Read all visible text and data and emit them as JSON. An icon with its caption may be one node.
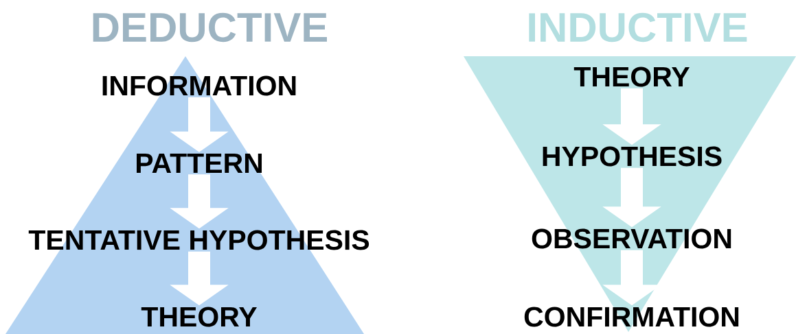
{
  "diagram": {
    "nodes": [
      {
        "text": [
          "DEDUCTIVE"
        ]
      },
      {
        "text": [
          "INFORMATION"
        ],
        "in": 0
      },
      {
        "text": [
          "PATTERN"
        ],
        "in": 0
      },
      {
        "text": [
          "TENTATIVE HYPOTHESIS"
        ],
        "in": 0
      },
      {
        "text": [
          "THEORY"
        ],
        "in": 0
      },
      {
        "text": [
          "INDUCTIVE"
        ]
      },
      {
        "text": [
          "THEORY"
        ],
        "in": 5
      },
      {
        "text": [
          "HYPOTHESIS"
        ],
        "in": 5
      },
      {
        "text": [
          "OBSERVATION"
        ],
        "in": 5
      },
      {
        "text": [
          "CONFIRMATION"
        ],
        "in": 5
      }
    ],
    "edges": [
      {
        "from": 1,
        "to": 2,
        "arrow": "to"
      },
      {
        "from": 2,
        "to": 3,
        "arrow": "to"
      },
      {
        "from": 3,
        "to": 4,
        "arrow": "to"
      },
      {
        "from": 6,
        "to": 7,
        "arrow": "to"
      },
      {
        "from": 7,
        "to": 8,
        "arrow": "to"
      },
      {
        "from": 8,
        "to": 9,
        "arrow": "to"
      }
    ]
  }
}
